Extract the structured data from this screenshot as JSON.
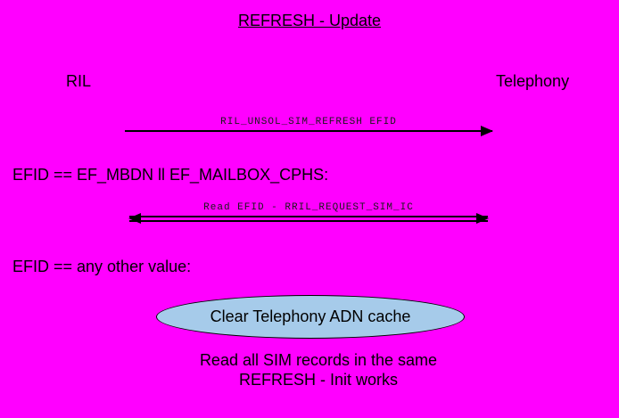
{
  "title": "REFRESH - Update",
  "actors": {
    "left": "RIL",
    "right": "Telephony"
  },
  "messages": [
    {
      "label": "RIL_UNSOL_SIM_REFRESH EFID",
      "direction": "right"
    },
    {
      "label": "Read EFID - RRIL_REQUEST_SIM_IC",
      "direction": "both"
    }
  ],
  "conditions": [
    {
      "text": "EFID == EF_MBDN ll EF_MAILBOX_CPHS:"
    },
    {
      "text": "EFID == any other value:"
    }
  ],
  "cache_ellipse": {
    "label": "Clear Telephony ADN cache"
  },
  "footer": {
    "line1": "Read all SIM records in the same",
    "line2": "REFRESH - Init works"
  },
  "colors": {
    "background": "#ff00ff",
    "ellipse_fill": "#a6cbea",
    "text": "#000000",
    "arrow": "#000000"
  }
}
